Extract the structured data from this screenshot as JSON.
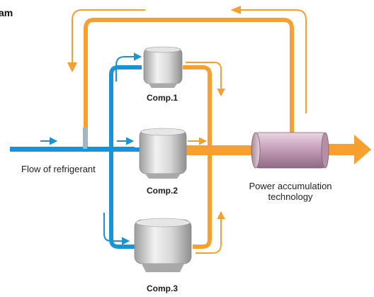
{
  "title_fragment": "am",
  "labels": {
    "flow": "Flow of refrigerant",
    "power_line1": "Power accumulation",
    "power_line2": "technology"
  },
  "compressors": [
    {
      "label": "Comp.1"
    },
    {
      "label": "Comp.2"
    },
    {
      "label": "Comp.3"
    }
  ],
  "colors": {
    "blue": "#1a93d6",
    "orange": "#f7a030",
    "accumulator": "#c9a6bd",
    "compressor": "#c9c9c9"
  },
  "icons": [
    "compressor-1-icon",
    "compressor-2-icon",
    "compressor-3-icon",
    "power-accumulator-icon",
    "flow-arrow-icon"
  ]
}
